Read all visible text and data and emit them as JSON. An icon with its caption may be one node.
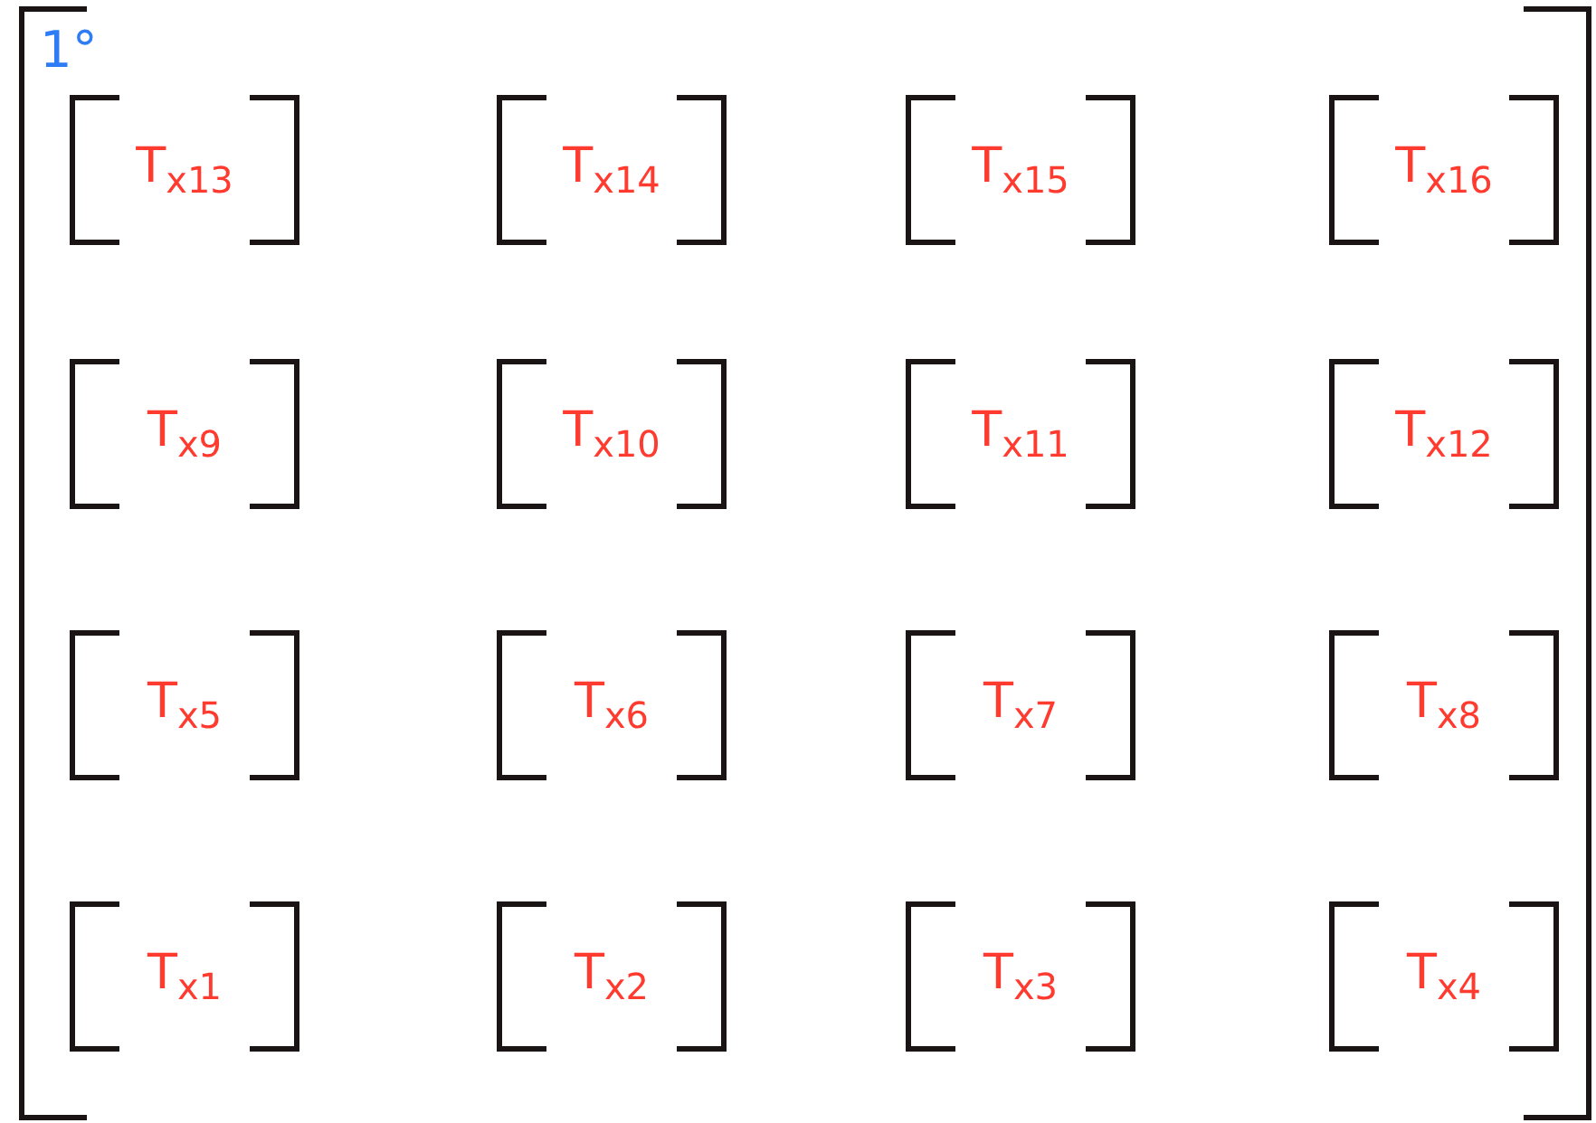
{
  "diagram": {
    "nodes": [
      {
        "text": [
          "1°"
        ]
      },
      {
        "text": [
          "T$_{x13}$"
        ],
        "in": 0
      },
      {
        "text": [
          "T$_{x14}$"
        ],
        "in": 0
      },
      {
        "text": [
          "T$_{x15}$"
        ],
        "in": 0
      },
      {
        "text": [
          "T$_{x16}$"
        ],
        "in": 0
      },
      {
        "text": [
          "T$_{x9}$"
        ],
        "in": 0
      },
      {
        "text": [
          "T$_{x10}$"
        ],
        "in": 0
      },
      {
        "text": [
          "T$_{x11}$"
        ],
        "in": 0
      },
      {
        "text": [
          "T$_{x12}$"
        ],
        "in": 0
      },
      {
        "text": [
          "T$_{x5}$"
        ],
        "in": 0
      },
      {
        "text": [
          "T$_{x6}$"
        ],
        "in": 0
      },
      {
        "text": [
          "T$_{x7}$"
        ],
        "in": 0
      },
      {
        "text": [
          "T$_{x8}$"
        ],
        "in": 0
      },
      {
        "text": [
          "T$_{x1}$"
        ],
        "in": 0
      },
      {
        "text": [
          "T$_{x2}$"
        ],
        "in": 0
      },
      {
        "text": [
          "T$_{x3}$"
        ],
        "in": 0
      },
      {
        "text": [
          "T$_{x4}$"
        ],
        "in": 0
      }
    ]
  }
}
